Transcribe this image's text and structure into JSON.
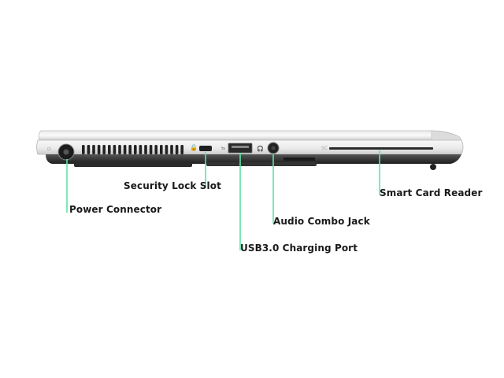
{
  "callouts": [
    {
      "id": "power",
      "label": "Power Connector"
    },
    {
      "id": "lock",
      "label": "Security Lock Slot"
    },
    {
      "id": "usb",
      "label": "USB3.0 Charging Port"
    },
    {
      "id": "audio",
      "label": "Audio Combo Jack"
    },
    {
      "id": "card",
      "label": "Smart Card Reader"
    }
  ],
  "colors": {
    "callout_line": "#5fe3a6",
    "chassis_light": "#f2f2f2",
    "chassis_mid": "#d4d4d4",
    "chassis_dark": "#3a3a3a"
  }
}
